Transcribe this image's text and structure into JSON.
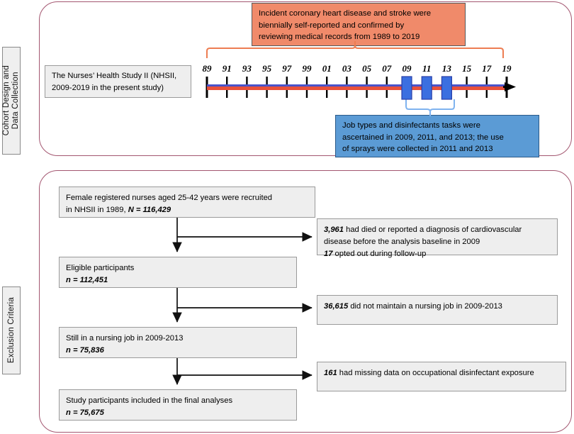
{
  "sections": {
    "top_label": "Cohort Design and\nData Collection",
    "bottom_label": "Exclusion Criteria"
  },
  "colors": {
    "panel_border": "#a35670",
    "outcome_box": "#f08a6a",
    "exposure_box": "#5b9bd5",
    "timeline_red": "#e8503a",
    "timeline_blue": "#4a53c9",
    "marker_blue": "#3b6fe0",
    "bracket_orange": "#ed7d52",
    "bracket_blue": "#7fb3ef",
    "box_grey": "#eeeeee"
  },
  "timeline": {
    "study_box": {
      "line1": "The Nurses’ Health Study II (NHSII,",
      "line2": "2009-2019 in the present study)"
    },
    "years": [
      "89",
      "91",
      "93",
      "95",
      "97",
      "99",
      "01",
      "03",
      "05",
      "07",
      "09",
      "11",
      "13",
      "15",
      "17",
      "19"
    ],
    "highlighted_years": [
      "09",
      "11",
      "13"
    ],
    "outcome_callout": {
      "line1": "Incident coronary heart disease and stroke were",
      "line2": "biennially self-reported and confirmed by",
      "line3": "reviewing medical records from 1989 to 2019"
    },
    "exposure_callout": {
      "line1": "Job types and disinfectants tasks were",
      "line2": "ascertained in 2009, 2011, and 2013; the use",
      "line3": "of sprays were collected in 2011 and 2013"
    }
  },
  "flow": {
    "main_boxes": [
      {
        "id": "recruited",
        "line1": "Female registered nurses aged 25-42 years were recruited",
        "line2_pre": "in NHSII in 1989, ",
        "line2_em": "N = 116,429"
      },
      {
        "id": "eligible",
        "line1": "Eligible participants",
        "line2_pre": "",
        "line2_em": "n = 112,451"
      },
      {
        "id": "nursing-job",
        "line1": "Still in a nursing job in 2009-2013",
        "line2_pre": "",
        "line2_em": "n = 75,836"
      },
      {
        "id": "final",
        "line1": "Study participants included in the final analyses",
        "line2_pre": "",
        "line2_em": "n = 75,675"
      }
    ],
    "exclusion_boxes": [
      {
        "id": "excl-1",
        "l1_em": "3,961",
        "l1_rest": " had died or reported a diagnosis of cardiovascular",
        "l2": "disease before the analysis baseline in 2009",
        "l3_em": "17",
        "l3_rest": " opted out during follow-up"
      },
      {
        "id": "excl-2",
        "l1_em": "36,615",
        "l1_rest": " did not maintain a nursing job in 2009-2013",
        "l2": "",
        "l3_em": "",
        "l3_rest": ""
      },
      {
        "id": "excl-3",
        "l1_em": "161",
        "l1_rest": " had missing data on occupational disinfectant exposure",
        "l2": "",
        "l3_em": "",
        "l3_rest": ""
      }
    ]
  }
}
